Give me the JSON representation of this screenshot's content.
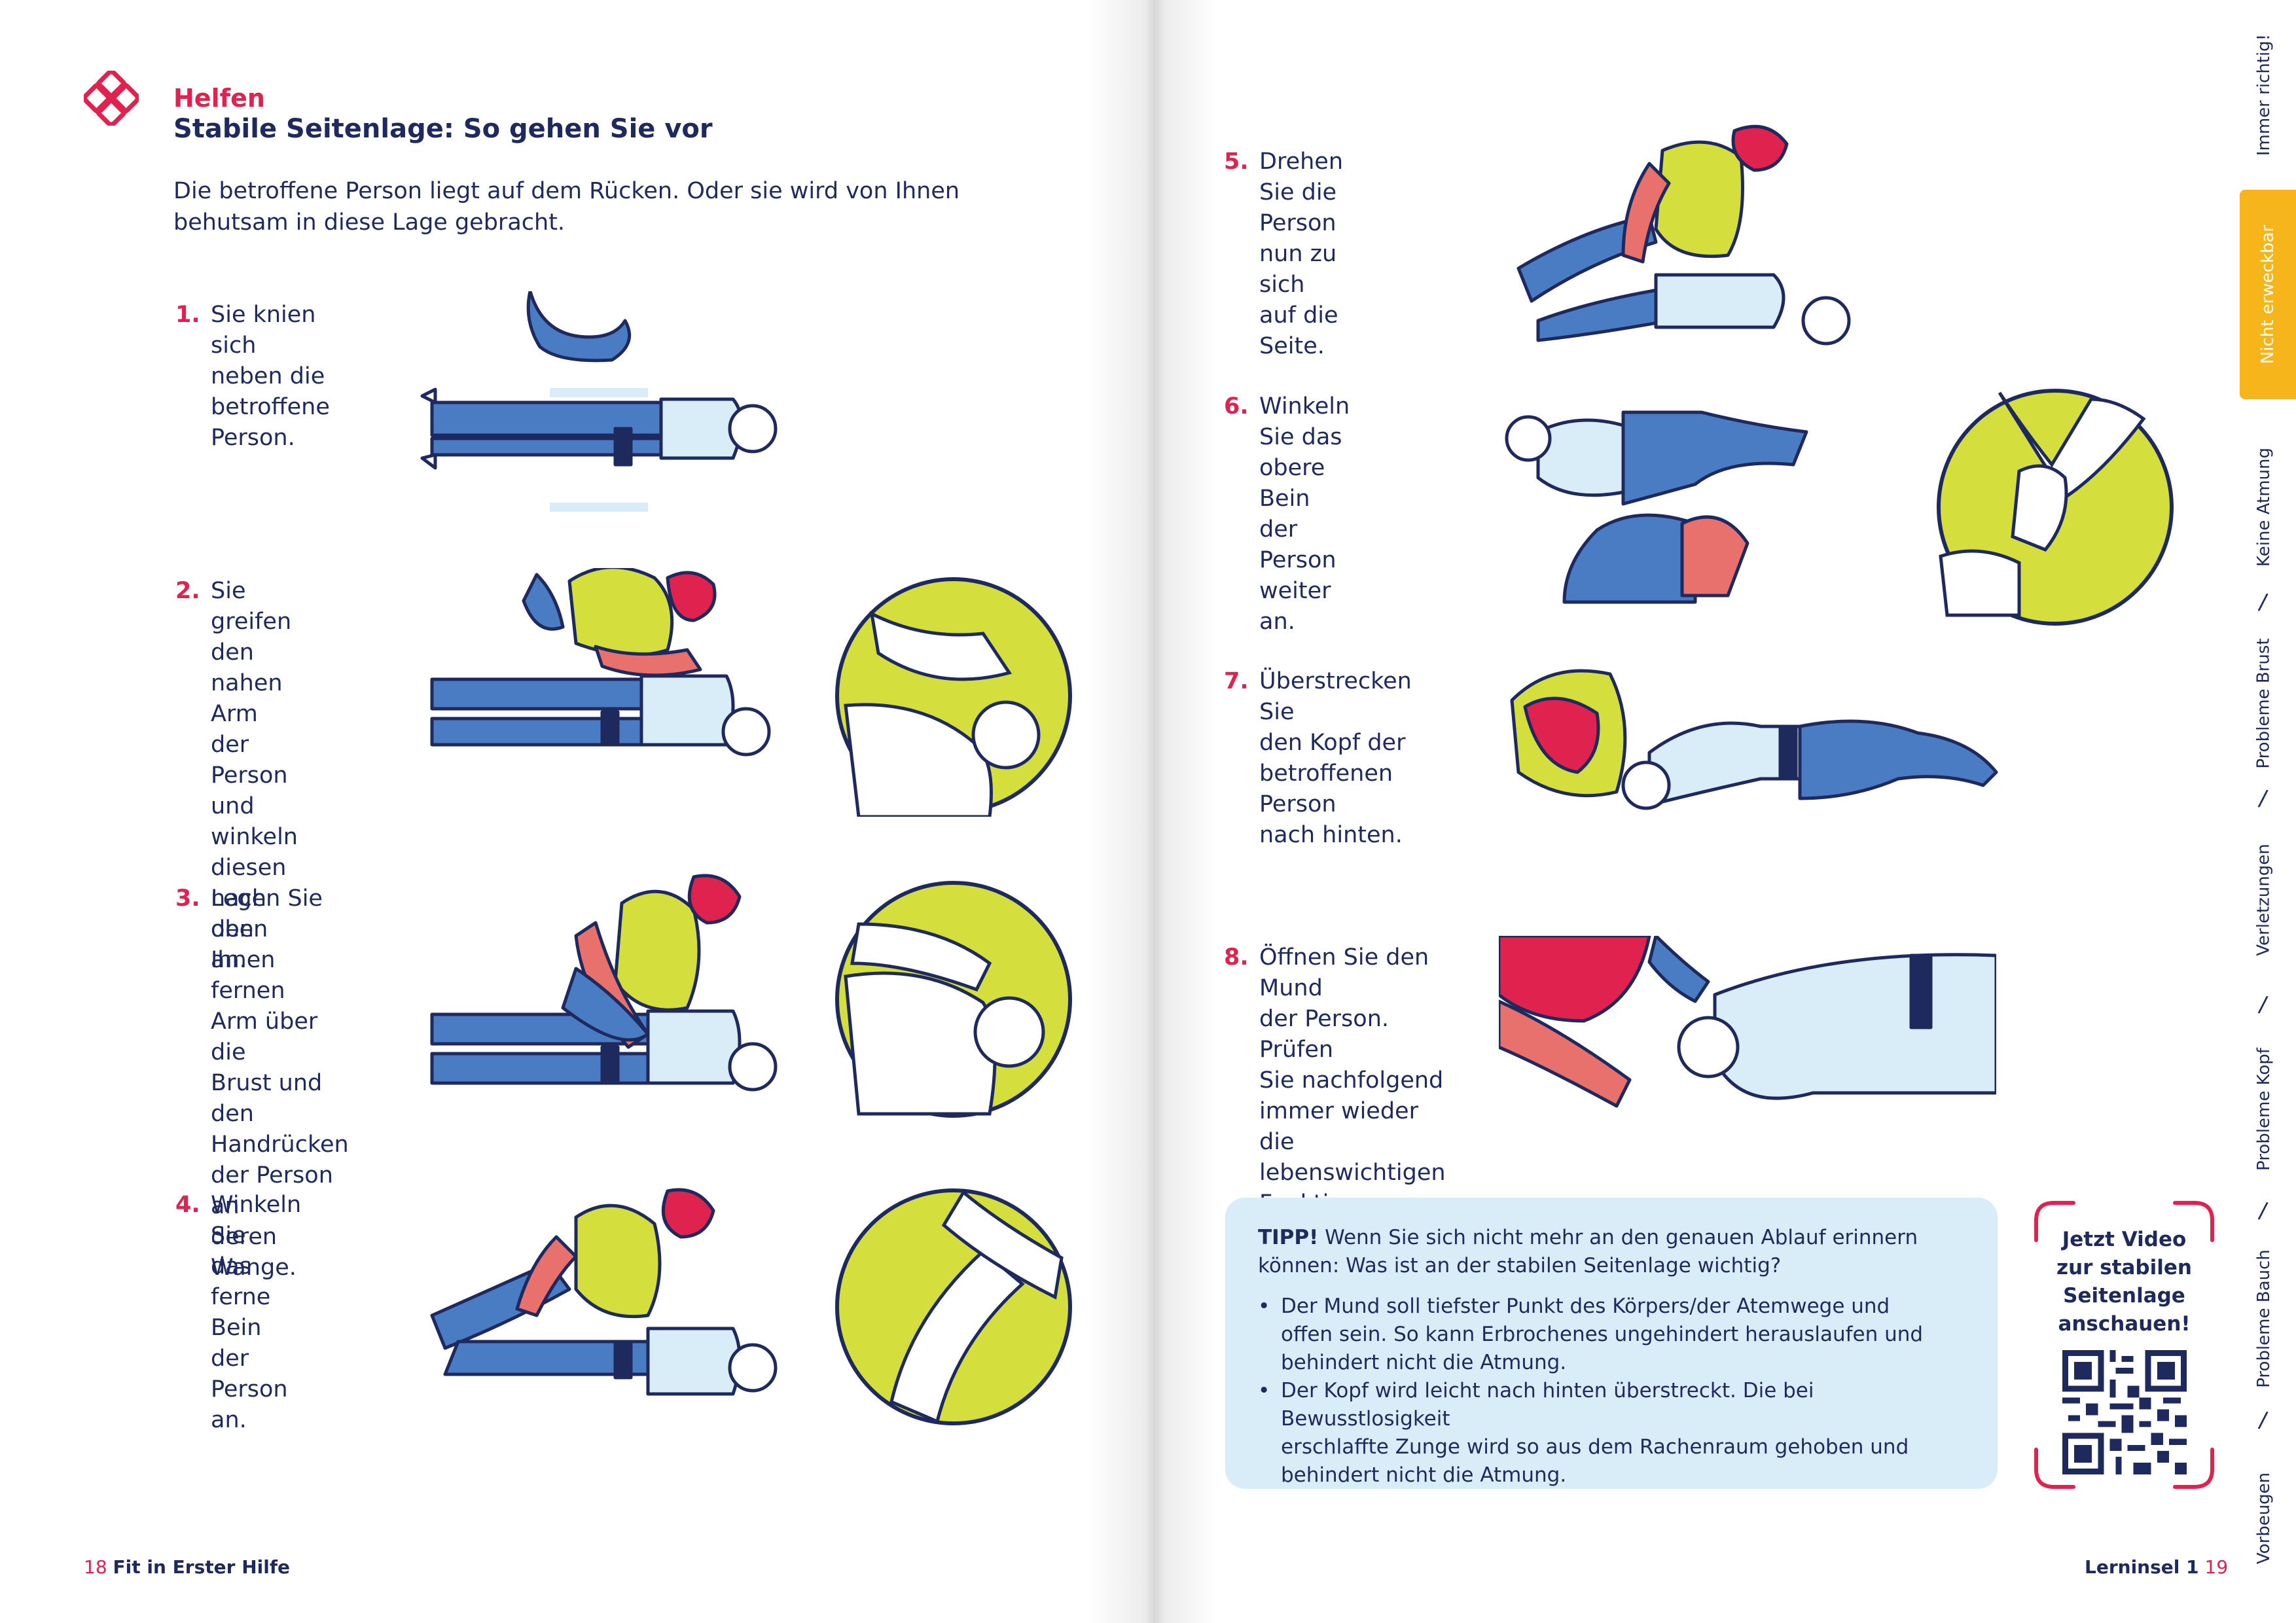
{
  "left_page": {
    "kicker": "Helfen",
    "title": "Stabile Seitenlage: So gehen Sie vor",
    "intro": [
      "Die betroffene Person liegt auf dem Rücken. Oder sie wird von Ihnen",
      "behutsam in diese Lage gebracht."
    ],
    "footer": {
      "page_number": "18",
      "book_title": "Fit in Erster Hilfe"
    }
  },
  "steps": [
    {
      "num": "1.",
      "lines": [
        "Sie knien sich",
        "neben die",
        "betroffene",
        "Person."
      ]
    },
    {
      "num": "2.",
      "lines": [
        "Sie greifen den",
        "nahen Arm der",
        "Person und",
        "winkeln diesen",
        "nach oben an."
      ]
    },
    {
      "num": "3.",
      "lines": [
        "Legen Sie den",
        "Ihnen fernen",
        "Arm über die",
        "Brust und den",
        "Handrücken",
        "der Person an",
        "deren Wange."
      ]
    },
    {
      "num": "4.",
      "lines": [
        "Winkeln Sie",
        "das ferne Bein",
        "der Person an."
      ]
    },
    {
      "num": "5.",
      "lines": [
        "Drehen Sie die",
        "Person nun zu",
        "sich auf die Seite."
      ]
    },
    {
      "num": "6.",
      "lines": [
        "Winkeln Sie das",
        "obere Bein der",
        "Person weiter an."
      ]
    },
    {
      "num": "7.",
      "lines": [
        "Überstrecken Sie",
        "den Kopf der",
        "betroffenen Person",
        "nach hinten."
      ]
    },
    {
      "num": "8.",
      "lines": [
        "Öffnen Sie den Mund",
        "der Person. Prüfen",
        "Sie nachfolgend",
        "immer wieder die",
        "lebenswichtigen",
        "Funktionen."
      ]
    }
  ],
  "tip": {
    "label": "TIPP!",
    "head_lines": [
      "Wenn Sie sich nicht mehr an den genauen Ablauf erinnern",
      "können: Was ist an der stabilen Seitenlage wichtig?"
    ],
    "bullets": [
      [
        "Der Mund soll tiefster Punkt des Körpers/der Atemwege und",
        "offen sein. So kann Erbrochenes ungehindert herauslaufen und",
        "behindert nicht die Atmung."
      ],
      [
        "Der Kopf wird leicht nach hinten überstreckt. Die bei Bewusstlosigkeit",
        "erschlaffte Zunge wird so aus dem Rachenraum gehoben und",
        "behindert nicht die Atmung."
      ]
    ]
  },
  "video": {
    "lines": [
      "Jetzt Video",
      "zur stabilen",
      "Seitenlage",
      "anschauen!"
    ]
  },
  "right_page": {
    "footer": {
      "section": "Lerninsel 1",
      "page_number": "19"
    }
  },
  "side_nav": [
    {
      "label": "Immer richtig!",
      "active": false
    },
    {
      "label": "Nicht erweckbar",
      "active": true
    },
    {
      "label": "Keine Atmung",
      "active": false
    },
    {
      "label": "Probleme Brust",
      "active": false
    },
    {
      "label": "Verletzungen",
      "active": false
    },
    {
      "label": "Probleme Kopf",
      "active": false
    },
    {
      "label": "Probleme Bauch",
      "active": false
    },
    {
      "label": "Vorbeugen",
      "active": false
    }
  ],
  "colors": {
    "accent": "#e0224e",
    "navy": "#1e2a5e",
    "lime": "#d4de3c",
    "blue": "#4a7cc4",
    "light_blue": "#d9edf8",
    "nav_active": "#f5b51b"
  },
  "icons": {
    "logo": "first-aid-logo-icon",
    "qr": "qr-code-icon"
  }
}
